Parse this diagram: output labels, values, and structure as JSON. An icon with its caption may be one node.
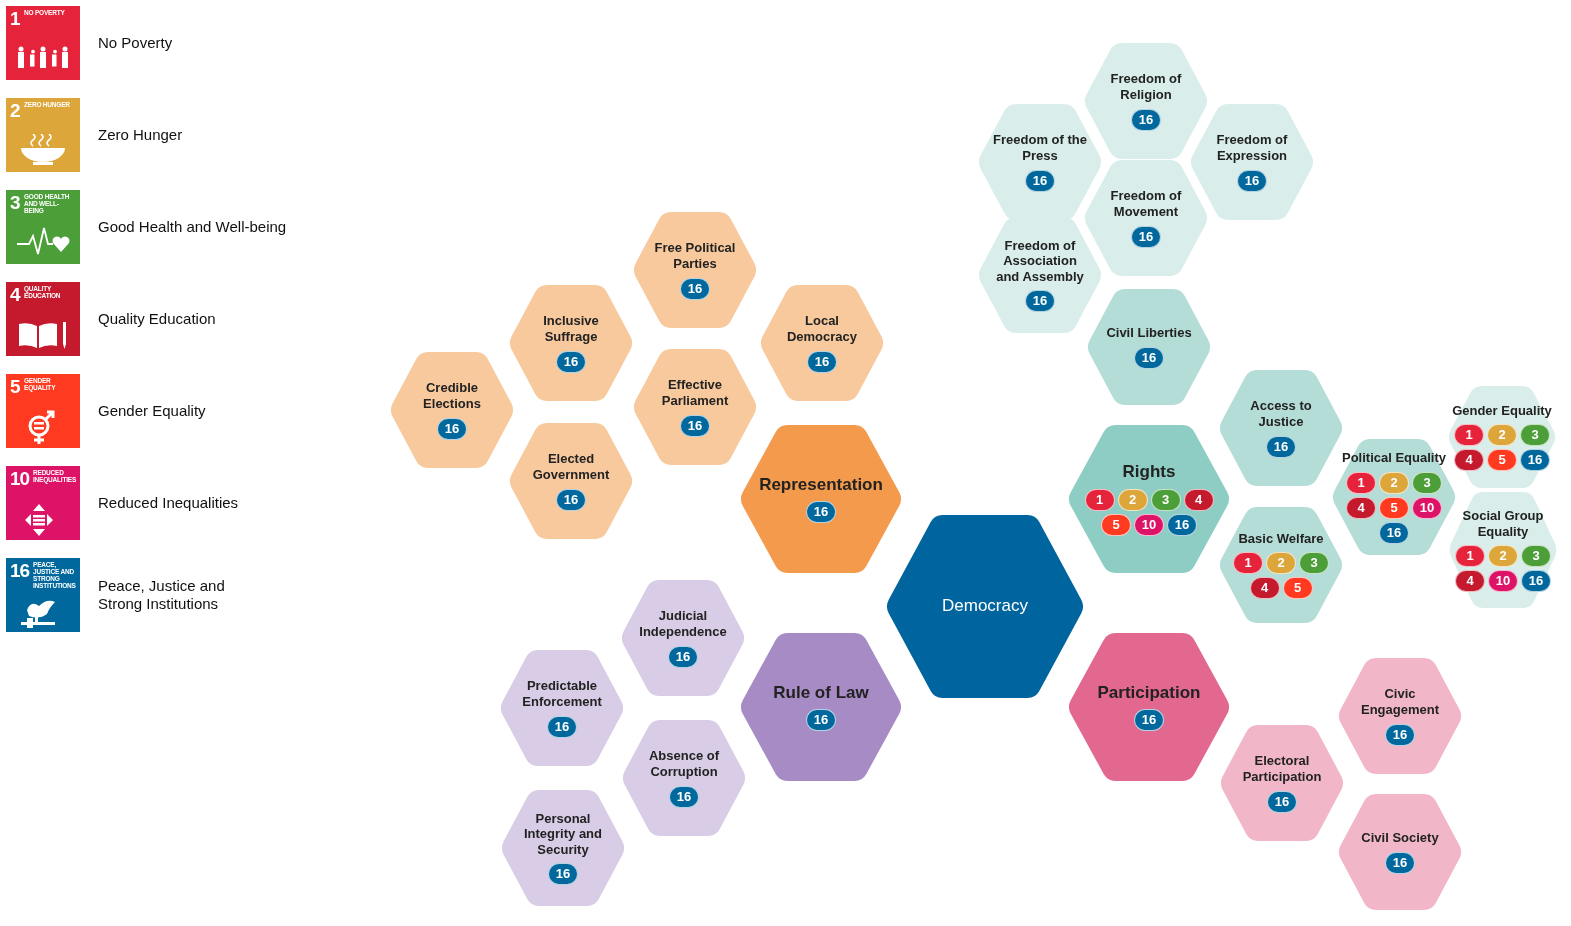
{
  "diagram": {
    "nodes": [
      {
        "text": [
          "Free Political Parties",
          "16"
        ]
      },
      {
        "text": [
          "Inclusive Suffrage",
          "16"
        ]
      },
      {
        "text": [
          "Local Democracy",
          "16"
        ]
      },
      {
        "text": [
          "Credible Elections",
          "16"
        ]
      },
      {
        "text": [
          "Effective Parliament",
          "16"
        ]
      },
      {
        "text": [
          "Elected Government",
          "16"
        ]
      },
      {
        "text": [
          "Representation",
          "16"
        ]
      },
      {
        "text": [
          "Democracy"
        ]
      },
      {
        "text": [
          "Judicial Independence",
          "16"
        ]
      },
      {
        "text": [
          "Rule of Law",
          "16"
        ]
      },
      {
        "text": [
          "Predictable Enforcement",
          "16"
        ]
      },
      {
        "text": [
          "Absence of Corruption",
          "16"
        ]
      },
      {
        "text": [
          "Personal Integrity and Security",
          "16"
        ]
      },
      {
        "text": [
          "Participation",
          "16"
        ]
      },
      {
        "text": [
          "Civic Engagement",
          "16"
        ]
      },
      {
        "text": [
          "Electoral Participation",
          "16"
        ]
      },
      {
        "text": [
          "Civil Society",
          "16"
        ]
      },
      {
        "text": [
          "Freedom of Religion",
          "16"
        ]
      },
      {
        "text": [
          "Freedom of the Press",
          "16"
        ]
      },
      {
        "text": [
          "Freedom of Expression",
          "16"
        ]
      },
      {
        "text": [
          "Freedom of Movement",
          "16"
        ]
      },
      {
        "text": [
          "Freedom of Association and Assembly",
          "16"
        ]
      },
      {
        "text": [
          "Civil Liberties",
          "16"
        ]
      },
      {
        "text": [
          "Access to Justice",
          "16"
        ]
      },
      {
        "text": [
          "Rights",
          "1",
          "2",
          "3",
          "4",
          "5",
          "10",
          "16"
        ]
      },
      {
        "text": [
          "Basic Welfare",
          "1",
          "2",
          "3",
          "4",
          "5"
        ]
      },
      {
        "text": [
          "Political Equality",
          "1",
          "2",
          "3",
          "4",
          "5",
          "10",
          "16"
        ]
      },
      {
        "text": [
          "Gender Equality",
          "1",
          "2",
          "3",
          "4",
          "5",
          "16"
        ]
      },
      {
        "text": [
          "Social Group Equality",
          "1",
          "2",
          "3",
          "4",
          "10",
          "16"
        ]
      }
    ],
    "edges": [],
    "labels": [
      "1",
      "NO POVERTY",
      "2",
      "ZERO HUNGER",
      "3",
      "GOOD HEALTH AND WELL-BEING",
      "4",
      "QUALITY EDUCATION",
      "5",
      "GENDER EQUALITY",
      "10",
      "REDUCED INEQUALITIES",
      "16",
      "PEACE, JUSTICE AND STRONG INSTITUTIONS"
    ],
    "legend": [
      {
        "text": "No Poverty",
        "color": "#e5243b"
      },
      {
        "text": "Zero Hunger",
        "color": "#dda63a"
      },
      {
        "text": "Good Health and Well-being",
        "color": "#4c9f38"
      },
      {
        "text": "Quality Education",
        "color": "#c5192d"
      },
      {
        "text": "Gender Equality",
        "color": "#ff3a21"
      },
      {
        "text": "Reduced Inequalities",
        "color": "#dd1367"
      },
      {
        "text": "Peace, Justice and Strong Institutions",
        "color": "#00689d"
      }
    ]
  }
}
